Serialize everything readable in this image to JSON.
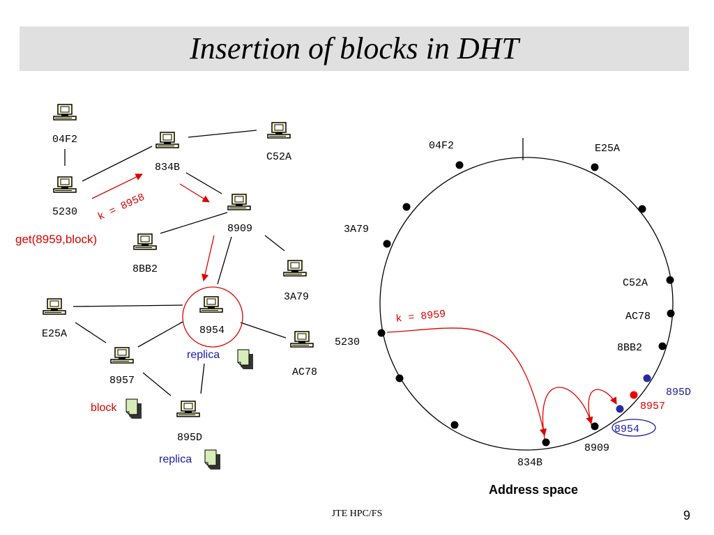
{
  "title": "Insertion of blocks in DHT",
  "footer": "JTE HPC/FS",
  "page_number": "9",
  "colors": {
    "red": "#dd0000",
    "blue": "#1a1aa8",
    "black": "#000000"
  },
  "network": {
    "nodes": [
      "04F2",
      "834B",
      "C52A",
      "5230",
      "8909",
      "8BB2",
      "3A79",
      "E25A",
      "8954",
      "AC78",
      "8957",
      "895D"
    ],
    "request_label": "get(8959,block)",
    "key_label": "k = 8958",
    "block_label": "block",
    "replica_label": "replica",
    "icons": [
      "computer-icon",
      "document-icon"
    ]
  },
  "ring": {
    "labels": [
      "04F2",
      "E25A",
      "3A79",
      "C52A",
      "AC78",
      "8BB2",
      "5230",
      "895D",
      "8957",
      "8954",
      "8909",
      "834B"
    ],
    "key_label": "k = 8959",
    "caption": "Address space"
  }
}
